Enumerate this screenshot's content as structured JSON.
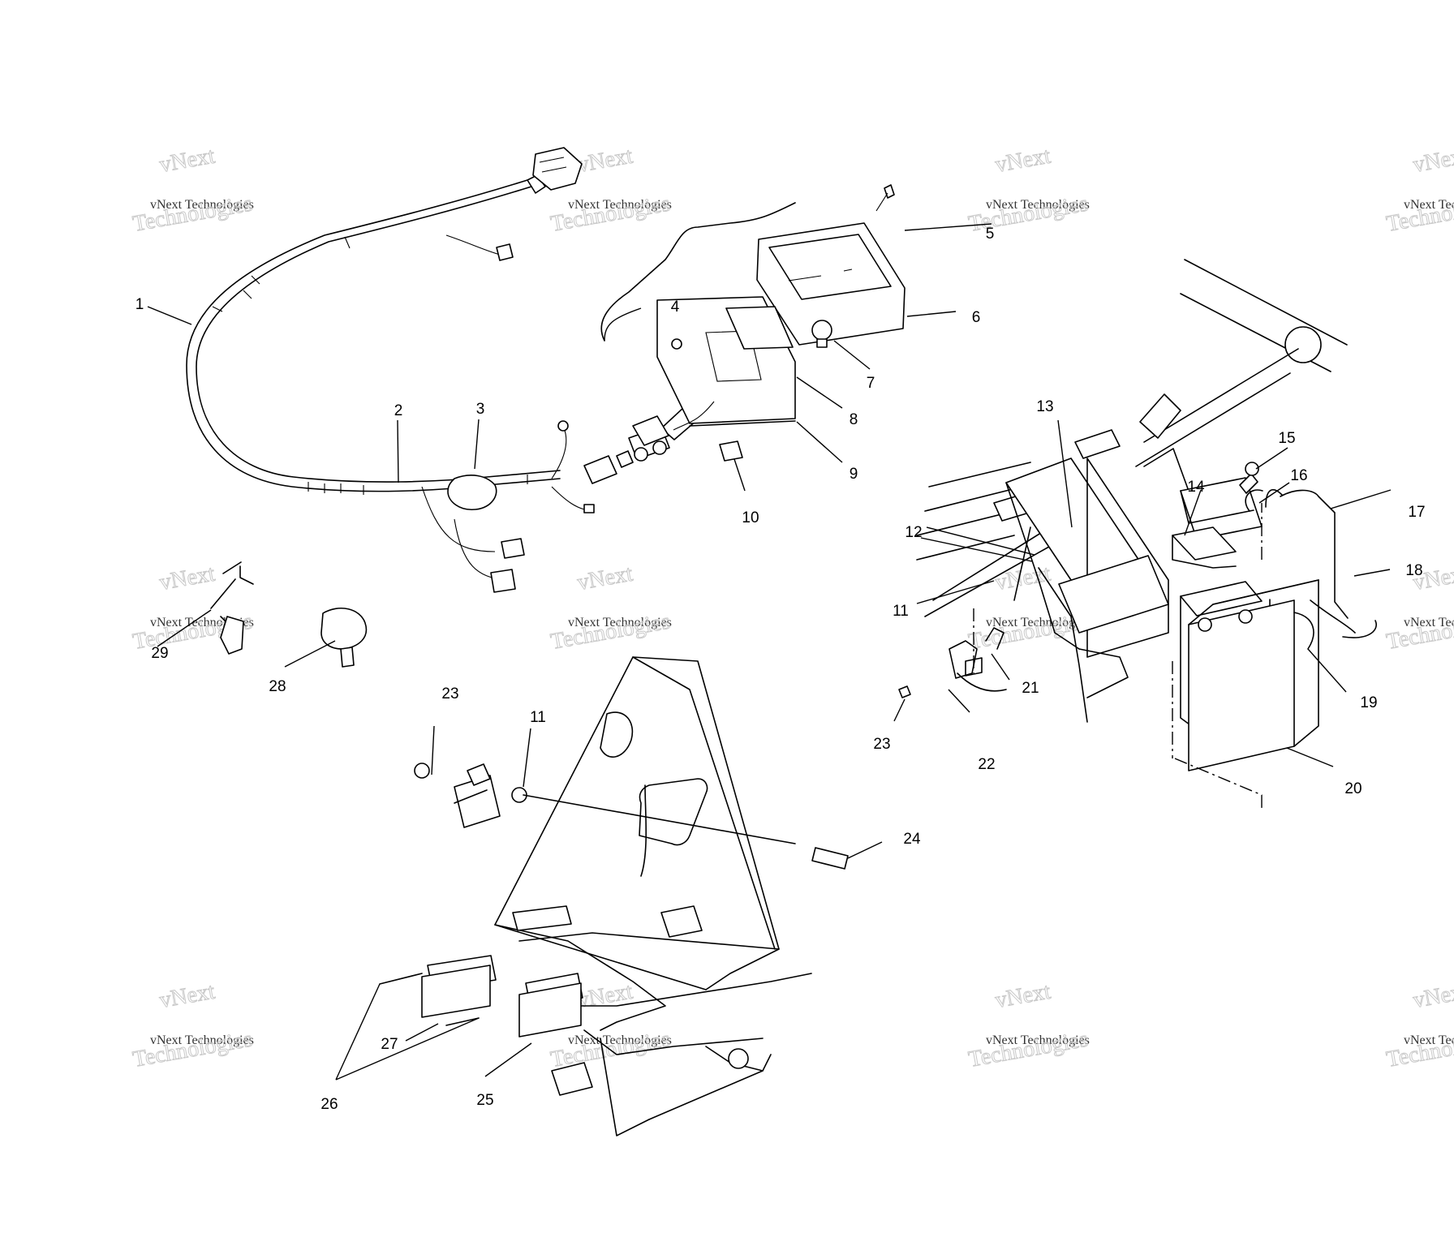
{
  "diagram": {
    "callouts": [
      {
        "id": "1",
        "label": "1"
      },
      {
        "id": "2",
        "label": "2"
      },
      {
        "id": "3",
        "label": "3"
      },
      {
        "id": "4",
        "label": "4"
      },
      {
        "id": "5",
        "label": "5"
      },
      {
        "id": "6",
        "label": "6"
      },
      {
        "id": "7",
        "label": "7"
      },
      {
        "id": "8",
        "label": "8"
      },
      {
        "id": "9",
        "label": "9"
      },
      {
        "id": "10",
        "label": "10"
      },
      {
        "id": "11a",
        "label": "11"
      },
      {
        "id": "11b",
        "label": "11"
      },
      {
        "id": "12",
        "label": "12"
      },
      {
        "id": "13",
        "label": "13"
      },
      {
        "id": "14",
        "label": "14"
      },
      {
        "id": "15",
        "label": "15"
      },
      {
        "id": "16",
        "label": "16"
      },
      {
        "id": "17",
        "label": "17"
      },
      {
        "id": "18",
        "label": "18"
      },
      {
        "id": "19",
        "label": "19"
      },
      {
        "id": "20",
        "label": "20"
      },
      {
        "id": "21",
        "label": "21"
      },
      {
        "id": "22",
        "label": "22"
      },
      {
        "id": "23a",
        "label": "23"
      },
      {
        "id": "23b",
        "label": "23"
      },
      {
        "id": "24",
        "label": "24"
      },
      {
        "id": "25",
        "label": "25"
      },
      {
        "id": "26",
        "label": "26"
      },
      {
        "id": "27",
        "label": "27"
      },
      {
        "id": "28",
        "label": "28"
      },
      {
        "id": "29",
        "label": "29"
      }
    ],
    "watermark": {
      "line1": "vNext",
      "line2": "vNext Technologies",
      "line3": "Technologies"
    }
  }
}
